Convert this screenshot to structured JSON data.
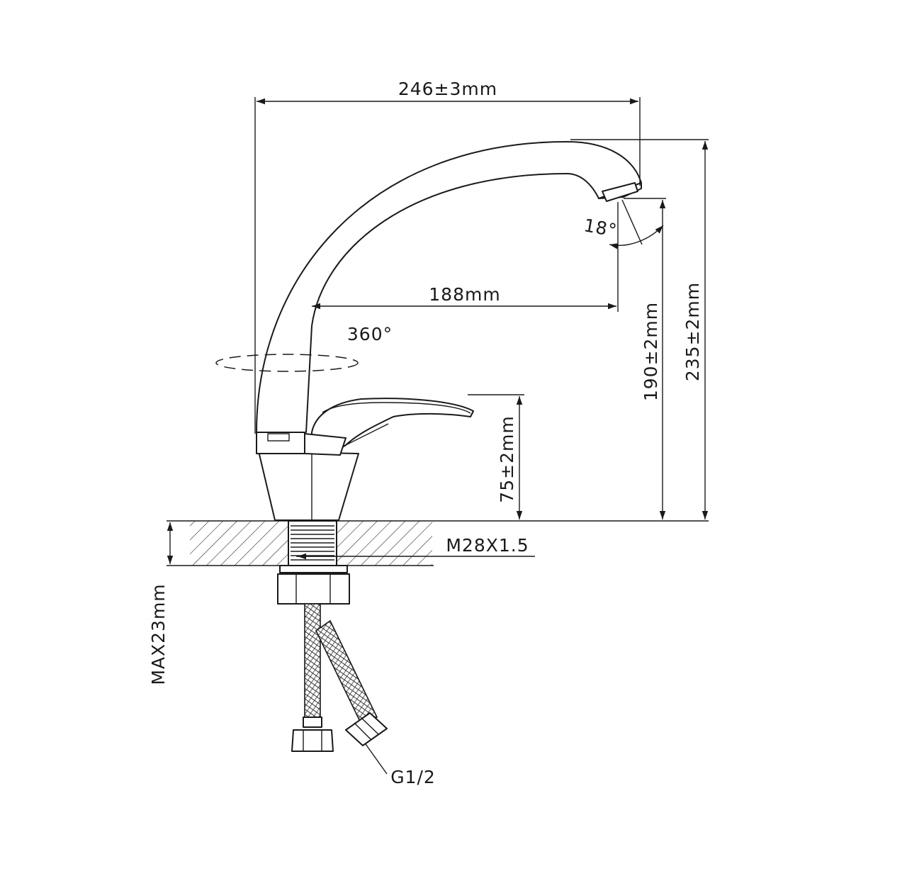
{
  "drawing": {
    "type": "faucet-dimension-drawing",
    "labels": {
      "total_reach": "246±3mm",
      "spout_reach": "188mm",
      "outlet_height": "190±2mm",
      "total_height": "235±2mm",
      "handle_height": "75±2mm",
      "swivel": "360°",
      "spout_angle": "18°",
      "mount_thread": "M28X1.5",
      "max_counter_thickness": "MAX23mm",
      "hose_connection": "G1/2"
    }
  }
}
